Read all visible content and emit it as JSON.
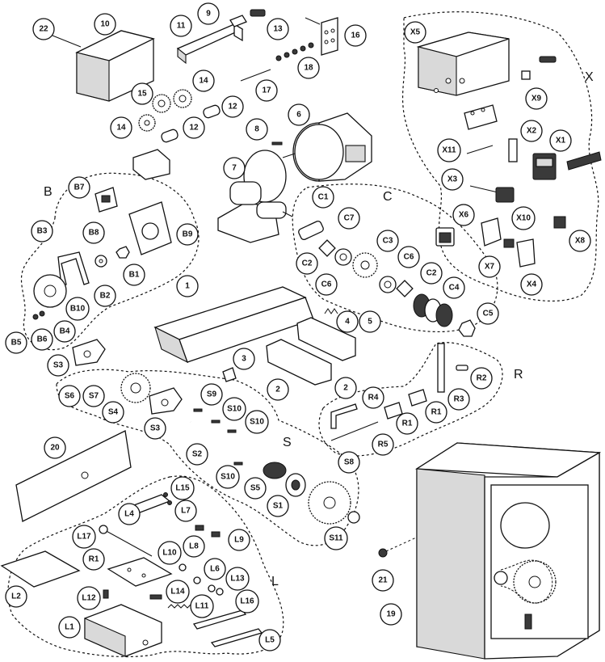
{
  "callouts": [
    {
      "id": "22"
    },
    {
      "id": "10"
    },
    {
      "id": "11"
    },
    {
      "id": "9"
    },
    {
      "id": "13"
    },
    {
      "id": "16"
    },
    {
      "id": "18"
    },
    {
      "id": "17"
    },
    {
      "id": "15"
    },
    {
      "id": "14a",
      "label": "14"
    },
    {
      "id": "14b",
      "label": "14"
    },
    {
      "id": "12a",
      "label": "12"
    },
    {
      "id": "12b",
      "label": "12"
    },
    {
      "id": "8"
    },
    {
      "id": "6"
    },
    {
      "id": "7"
    },
    {
      "id": "X5"
    },
    {
      "id": "X9"
    },
    {
      "id": "X2"
    },
    {
      "id": "X1"
    },
    {
      "id": "X11"
    },
    {
      "id": "X3"
    },
    {
      "id": "X6"
    },
    {
      "id": "X10"
    },
    {
      "id": "X8"
    },
    {
      "id": "X7"
    },
    {
      "id": "X4"
    },
    {
      "id": "B7"
    },
    {
      "id": "B3"
    },
    {
      "id": "B8"
    },
    {
      "id": "B9"
    },
    {
      "id": "B1"
    },
    {
      "id": "B2"
    },
    {
      "id": "B10"
    },
    {
      "id": "B4"
    },
    {
      "id": "B6"
    },
    {
      "id": "B5"
    },
    {
      "id": "C1"
    },
    {
      "id": "C7"
    },
    {
      "id": "C2a",
      "label": "C2"
    },
    {
      "id": "C3"
    },
    {
      "id": "C6a",
      "label": "C6"
    },
    {
      "id": "C6b",
      "label": "C6"
    },
    {
      "id": "C2b",
      "label": "C2"
    },
    {
      "id": "C4"
    },
    {
      "id": "C5"
    },
    {
      "id": "1"
    },
    {
      "id": "4"
    },
    {
      "id": "5"
    },
    {
      "id": "3"
    },
    {
      "id": "2a",
      "label": "2"
    },
    {
      "id": "2b",
      "label": "2"
    },
    {
      "id": "S3a",
      "label": "S3"
    },
    {
      "id": "S6"
    },
    {
      "id": "S7"
    },
    {
      "id": "S4"
    },
    {
      "id": "S3b",
      "label": "S3"
    },
    {
      "id": "S9"
    },
    {
      "id": "S10a",
      "label": "S10"
    },
    {
      "id": "S10b",
      "label": "S10"
    },
    {
      "id": "S2"
    },
    {
      "id": "S10c",
      "label": "S10"
    },
    {
      "id": "S5"
    },
    {
      "id": "S1"
    },
    {
      "id": "S8"
    },
    {
      "id": "S11"
    },
    {
      "id": "R2"
    },
    {
      "id": "R4"
    },
    {
      "id": "R3"
    },
    {
      "id": "R1a",
      "label": "R1"
    },
    {
      "id": "R1b",
      "label": "R1"
    },
    {
      "id": "R5"
    },
    {
      "id": "20"
    },
    {
      "id": "L15"
    },
    {
      "id": "L4"
    },
    {
      "id": "L7"
    },
    {
      "id": "L17"
    },
    {
      "id": "L8"
    },
    {
      "id": "L9"
    },
    {
      "id": "R1c",
      "label": "R1"
    },
    {
      "id": "L10"
    },
    {
      "id": "L6"
    },
    {
      "id": "L13"
    },
    {
      "id": "L2"
    },
    {
      "id": "L14"
    },
    {
      "id": "L12"
    },
    {
      "id": "L11"
    },
    {
      "id": "L16"
    },
    {
      "id": "L1"
    },
    {
      "id": "L5"
    },
    {
      "id": "21"
    },
    {
      "id": "19"
    }
  ],
  "group_letters": {
    "B": "B",
    "C": "C",
    "X": "X",
    "R": "R",
    "S": "S",
    "L": "L"
  }
}
